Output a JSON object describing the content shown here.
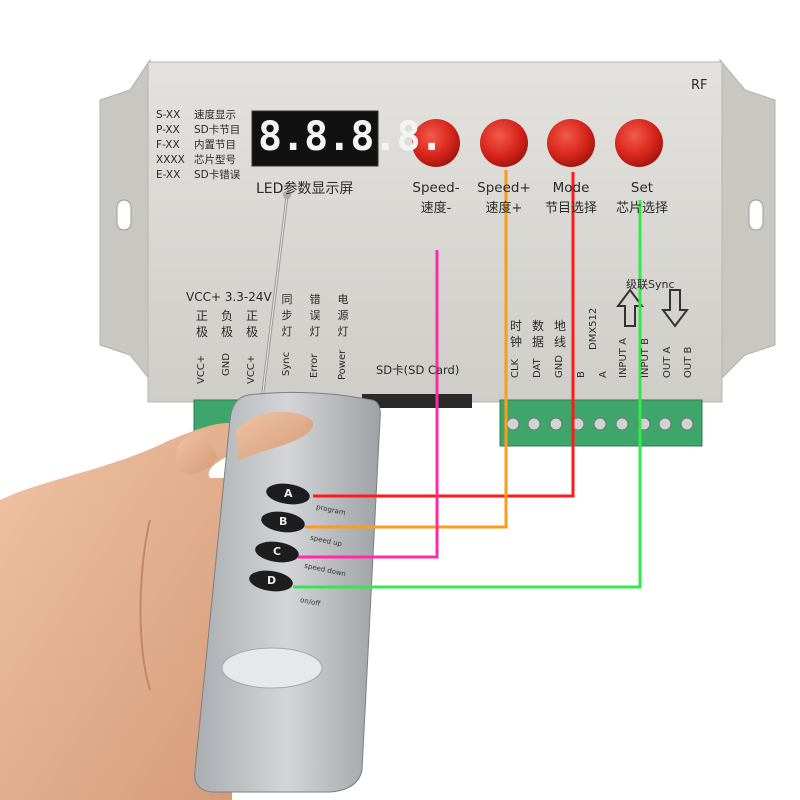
{
  "controller": {
    "rf_label": "RF",
    "legend": [
      {
        "code": "S-XX",
        "text": "速度显示"
      },
      {
        "code": "P-XX",
        "text": "SD卡节目"
      },
      {
        "code": "F-XX",
        "text": "内置节目"
      },
      {
        "code": "XXXX",
        "text": "芯片型号"
      },
      {
        "code": "E-XX",
        "text": "SD卡错误"
      }
    ],
    "display_digits": "8.8.8.8.",
    "display_caption": "LED参数显示屏",
    "buttons": [
      {
        "en": "Speed-",
        "cn": "速度-"
      },
      {
        "en": "Speed+",
        "cn": "速度+"
      },
      {
        "en": "Mode",
        "cn": "节目选择"
      },
      {
        "en": "Set",
        "cn": "芯片选择"
      }
    ],
    "power_label": "VCC+ 3.3-24V",
    "left_terminals": [
      {
        "cn": "正极",
        "en": "VCC+"
      },
      {
        "cn": "负极",
        "en": "GND"
      },
      {
        "cn": "正极",
        "en": "VCC+"
      },
      {
        "cn": "同步灯",
        "en": "Sync"
      },
      {
        "cn": "错误灯",
        "en": "Error"
      },
      {
        "cn": "电源灯",
        "en": "Power"
      }
    ],
    "sd_label": "SD卡(SD Card)",
    "right_terminals": [
      {
        "cn": "时钟",
        "en": "CLK"
      },
      {
        "cn": "数据",
        "en": "DAT"
      },
      {
        "cn": "地线",
        "en": "GND"
      },
      {
        "cn": "",
        "en": "B"
      },
      {
        "cn": "",
        "en": "A"
      },
      {
        "cn": "",
        "en": "INPUT A"
      },
      {
        "cn": "",
        "en": "INPUT B"
      },
      {
        "cn": "",
        "en": "OUT A"
      },
      {
        "cn": "",
        "en": "OUT B"
      }
    ],
    "dmx_label": "DMX512",
    "cascade_label": "级联Sync"
  },
  "remote": {
    "buttons": [
      {
        "letter": "A",
        "function": "program"
      },
      {
        "letter": "B",
        "function": "speed up"
      },
      {
        "letter": "C",
        "function": "speed down"
      },
      {
        "letter": "D",
        "function": "on/off"
      }
    ]
  },
  "colors": {
    "panel": "#d9d8d4",
    "button_red": "#d8261c",
    "terminal_green": "#3ea66a",
    "remote_body": "#c7c9cc",
    "wire_a": "#ff1a1a",
    "wire_b": "#ff9a1a",
    "wire_c": "#ff2ba6",
    "wire_d": "#33e84a",
    "skin": "#e7b493"
  }
}
